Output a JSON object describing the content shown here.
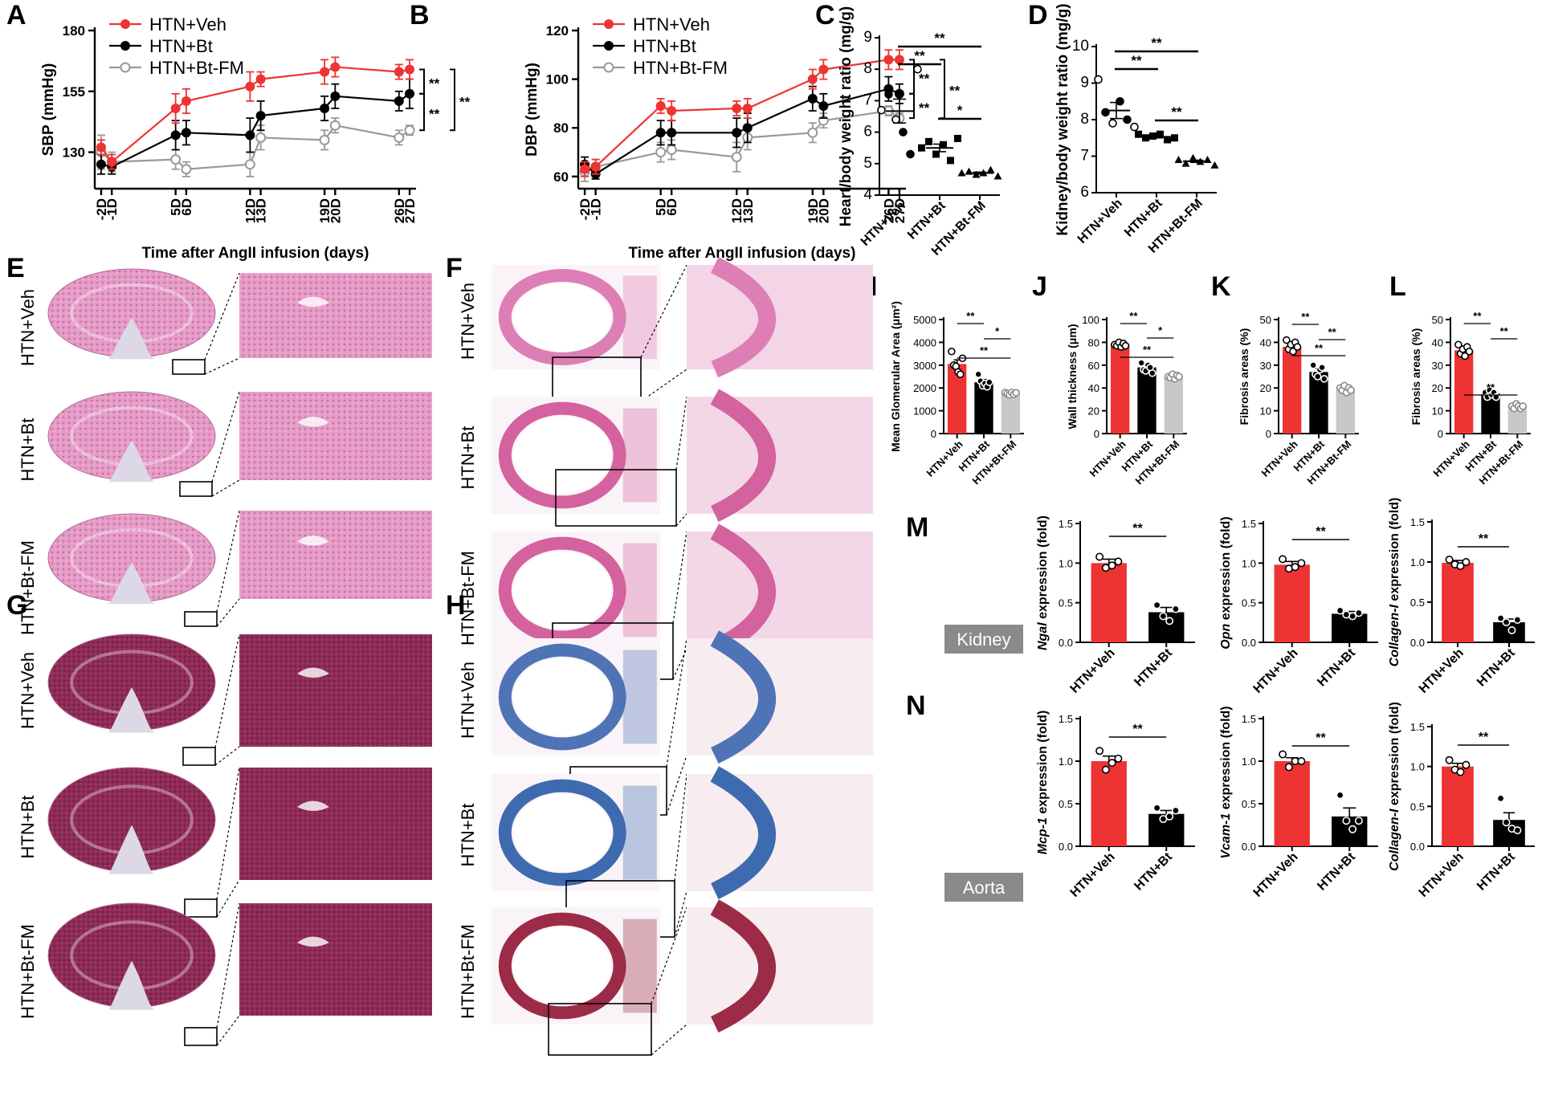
{
  "panel_letters": [
    "A",
    "B",
    "C",
    "D",
    "E",
    "F",
    "G",
    "H",
    "I",
    "J",
    "K",
    "L",
    "M",
    "N"
  ],
  "groups": [
    "HTN+Veh",
    "HTN+Bt",
    "HTN+Bt-FM"
  ],
  "colors": {
    "veh": "#ee3333",
    "bt": "#000000",
    "fm": "#999999",
    "fm_bar": "#c8c8c8",
    "tag_bg": "#8a8a8a",
    "tag_fg": "#ffffff"
  },
  "tags": {
    "kidney": "Kidney",
    "aorta": "Aorta"
  },
  "sig": {
    "double": "**",
    "single": "*"
  },
  "chart_data": [
    {
      "id": "A",
      "type": "line",
      "ylabel": "SBP (mmHg)",
      "xlabel": "Time after AngII infusion (days)",
      "ylim": [
        115,
        180
      ],
      "yticks": [
        130,
        155,
        180
      ],
      "x": [
        -2,
        -1,
        5,
        6,
        12,
        13,
        19,
        20,
        26,
        27
      ],
      "xticklabels": [
        "-2D",
        "-1D",
        "5D",
        "6D",
        "12D",
        "13D",
        "19D",
        "20D",
        "26D",
        "27D"
      ],
      "series": [
        {
          "name": "HTN+Veh",
          "values": [
            132,
            126,
            148,
            151,
            157,
            160,
            163,
            165,
            163,
            164
          ],
          "err": [
            3,
            3,
            6,
            5,
            6,
            3,
            5,
            4,
            3,
            4
          ]
        },
        {
          "name": "HTN+Bt",
          "values": [
            125,
            124,
            137,
            138,
            137,
            145,
            148,
            153,
            151,
            154
          ],
          "err": [
            4,
            3,
            6,
            5,
            7,
            6,
            5,
            5,
            4,
            6
          ]
        },
        {
          "name": "HTN+Bt-FM",
          "values": [
            130,
            126,
            127,
            123,
            125,
            136,
            135,
            141,
            136,
            139
          ],
          "err": [
            7,
            4,
            4,
            3,
            5,
            5,
            4,
            3,
            3,
            2
          ]
        }
      ],
      "brackets": [
        {
          "a": "HTN+Veh",
          "b": "HTN+Bt",
          "label": "**"
        },
        {
          "a": "HTN+Bt",
          "b": "HTN+Bt-FM",
          "label": "**"
        },
        {
          "a": "HTN+Veh",
          "b": "HTN+Bt-FM",
          "label": "**"
        }
      ]
    },
    {
      "id": "B",
      "type": "line",
      "ylabel": "DBP (mmHg)",
      "xlabel": "Time after AngII infusion (days)",
      "ylim": [
        55,
        120
      ],
      "yticks": [
        60,
        80,
        100,
        120
      ],
      "x": [
        -2,
        -1,
        5,
        6,
        12,
        13,
        19,
        20,
        26,
        27
      ],
      "xticklabels": [
        "-2D",
        "-1D",
        "5D",
        "6D",
        "12D",
        "13D",
        "19D",
        "20D",
        "26D",
        "27D"
      ],
      "series": [
        {
          "name": "HTN+Veh",
          "values": [
            63,
            64,
            89,
            87,
            88,
            88,
            100,
            104,
            108,
            108
          ],
          "err": [
            3,
            3,
            3,
            4,
            3,
            4,
            4,
            4,
            4,
            4
          ]
        },
        {
          "name": "HTN+Bt",
          "values": [
            65,
            61,
            78,
            78,
            78,
            80,
            92,
            89,
            96,
            94
          ],
          "err": [
            3,
            2,
            5,
            5,
            6,
            6,
            5,
            5,
            5,
            4
          ]
        },
        {
          "name": "HTN+Bt-FM",
          "values": [
            62,
            64,
            70,
            71,
            68,
            76,
            78,
            83,
            87,
            84
          ],
          "err": [
            4,
            3,
            4,
            4,
            6,
            5,
            4,
            3,
            2,
            2
          ]
        }
      ],
      "brackets": [
        {
          "a": "HTN+Veh",
          "b": "HTN+Bt",
          "label": "**"
        },
        {
          "a": "HTN+Bt",
          "b": "HTN+Bt-FM",
          "label": "**"
        },
        {
          "a": "HTN+Veh",
          "b": "HTN+Bt-FM",
          "label": "**"
        }
      ]
    },
    {
      "id": "C",
      "type": "scatter",
      "ylabel": "Heart/body weight ratio (mg/g)",
      "ylim": [
        4,
        9
      ],
      "yticks": [
        4,
        5,
        6,
        7,
        8,
        9
      ],
      "categories": [
        "HTN+Veh",
        "HTN+Bt",
        "HTN+Bt-FM"
      ],
      "points": [
        [
          6.7,
          7.2,
          6.4,
          6.0,
          5.3,
          8.0
        ],
        [
          5.5,
          5.7,
          5.3,
          5.6,
          5.1,
          5.8
        ],
        [
          4.7,
          4.75,
          4.65,
          4.7,
          4.8,
          4.6
        ]
      ],
      "mean": [
        6.67,
        5.5,
        4.7
      ],
      "sem": [
        0.38,
        0.12,
        0.03
      ],
      "comparisons": [
        {
          "a": 0,
          "b": 1,
          "label": "**"
        },
        {
          "a": 1,
          "b": 2,
          "label": "*"
        },
        {
          "a": 0,
          "b": 2,
          "label": "**"
        }
      ]
    },
    {
      "id": "D",
      "type": "scatter",
      "ylabel": "Kidney/body weight ratio (mg/g)",
      "ylim": [
        6,
        10
      ],
      "yticks": [
        6,
        7,
        8,
        9,
        10
      ],
      "categories": [
        "HTN+Veh",
        "HTN+Bt",
        "HTN+Bt-FM"
      ],
      "points": [
        [
          9.1,
          8.2,
          7.9,
          8.5,
          8.0,
          7.8
        ],
        [
          7.6,
          7.5,
          7.55,
          7.6,
          7.45,
          7.5
        ],
        [
          6.9,
          6.8,
          6.95,
          6.85,
          6.9,
          6.75
        ]
      ],
      "mean": [
        8.25,
        7.53,
        6.86
      ],
      "sem": [
        0.22,
        0.03,
        0.03
      ],
      "comparisons": [
        {
          "a": 0,
          "b": 1,
          "label": "**"
        },
        {
          "a": 1,
          "b": 2,
          "label": "**"
        },
        {
          "a": 0,
          "b": 2,
          "label": "**"
        }
      ]
    },
    {
      "id": "I",
      "type": "bar",
      "ylabel": "Mean Glomerular Area (μm²)",
      "ylim": [
        0,
        5000
      ],
      "yticks": [
        0,
        1000,
        2000,
        3000,
        4000,
        5000
      ],
      "categories": [
        "HTN+Veh",
        "HTN+Bt",
        "HTN+Bt-FM"
      ],
      "values": [
        3050,
        2250,
        1760
      ],
      "sem": [
        180,
        120,
        50
      ],
      "points": [
        [
          3600,
          3000,
          2950,
          2700,
          2600,
          3300
        ],
        [
          2600,
          2300,
          2100,
          2200,
          2050,
          2250
        ],
        [
          1800,
          1750,
          1700,
          1800,
          1720,
          1790
        ]
      ],
      "comparisons": [
        {
          "a": 0,
          "b": 1,
          "label": "**"
        },
        {
          "a": 1,
          "b": 2,
          "label": "*"
        },
        {
          "a": 0,
          "b": 2,
          "label": "**"
        }
      ]
    },
    {
      "id": "J",
      "type": "bar",
      "ylabel": "Wall thickness (μm)",
      "ylim": [
        0,
        100
      ],
      "yticks": [
        0,
        20,
        40,
        60,
        80,
        100
      ],
      "categories": [
        "HTN+Veh",
        "HTN+Bt",
        "HTN+Bt-FM"
      ],
      "values": [
        78,
        58,
        50
      ],
      "sem": [
        1.5,
        3,
        1.5
      ],
      "points": [
        [
          78,
          77,
          80,
          76,
          79,
          77
        ],
        [
          62,
          56,
          55,
          60,
          58,
          53
        ],
        [
          50,
          49,
          52,
          48,
          51,
          50
        ]
      ],
      "comparisons": [
        {
          "a": 0,
          "b": 1,
          "label": "**"
        },
        {
          "a": 1,
          "b": 2,
          "label": "*"
        },
        {
          "a": 0,
          "b": 2,
          "label": "**"
        }
      ]
    },
    {
      "id": "K",
      "type": "bar",
      "ylabel": "Fibrosis areas (%)",
      "ylim": [
        0,
        50
      ],
      "yticks": [
        0,
        10,
        20,
        30,
        40,
        50
      ],
      "categories": [
        "HTN+Veh",
        "HTN+Bt",
        "HTN+Bt-FM"
      ],
      "values": [
        38,
        27,
        19.5
      ],
      "sem": [
        1.3,
        1.5,
        0.8
      ],
      "points": [
        [
          41,
          37,
          39,
          36,
          40,
          38
        ],
        [
          30,
          26,
          25,
          28,
          29,
          24
        ],
        [
          20,
          19,
          21,
          18,
          20,
          19
        ]
      ],
      "comparisons": [
        {
          "a": 0,
          "b": 1,
          "label": "**"
        },
        {
          "a": 1,
          "b": 2,
          "label": "**"
        },
        {
          "a": 0,
          "b": 2,
          "label": "**"
        }
      ]
    },
    {
      "id": "L",
      "type": "bar",
      "ylabel": "Fibrosis areas (%)",
      "ylim": [
        0,
        50
      ],
      "yticks": [
        0,
        10,
        20,
        30,
        40,
        50
      ],
      "categories": [
        "HTN+Veh",
        "HTN+Bt",
        "HTN+Bt-FM"
      ],
      "values": [
        36.5,
        17.5,
        12
      ],
      "sem": [
        1.5,
        1,
        0.5
      ],
      "points": [
        [
          39,
          35,
          37,
          34,
          38,
          36
        ],
        [
          18,
          16,
          19,
          17,
          18,
          16
        ],
        [
          12,
          11,
          13,
          12,
          11,
          12
        ]
      ],
      "comparisons": [
        {
          "a": 0,
          "b": 1,
          "label": "**"
        },
        {
          "a": 1,
          "b": 2,
          "label": "**"
        },
        {
          "a": 0,
          "b": 2,
          "label": "**"
        }
      ]
    },
    {
      "id": "M1",
      "type": "bar",
      "ylabel_italic": "Ngal",
      "ylabel_rest": " expression (fold)",
      "ylim": [
        0,
        1.5
      ],
      "yticks": [
        0,
        0.5,
        1.0,
        1.5
      ],
      "yticklabels": [
        "0.0",
        "0.5",
        "1.0",
        "1.5"
      ],
      "categories": [
        "HTN+Veh",
        "HTN+Bt"
      ],
      "values": [
        1.0,
        0.38
      ],
      "sem": [
        0.05,
        0.06
      ],
      "points": [
        [
          1.08,
          0.94,
          0.97,
          1.02
        ],
        [
          0.47,
          0.33,
          0.27,
          0.42
        ]
      ],
      "comparisons": [
        {
          "a": 0,
          "b": 1,
          "label": "**"
        }
      ]
    },
    {
      "id": "M2",
      "type": "bar",
      "ylabel_italic": "Opn",
      "ylabel_rest": " expression (fold)",
      "ylim": [
        0,
        1.5
      ],
      "yticks": [
        0,
        0.5,
        1.0,
        1.5
      ],
      "yticklabels": [
        "0.0",
        "0.5",
        "1.0",
        "1.5"
      ],
      "categories": [
        "HTN+Veh",
        "HTN+Bt"
      ],
      "values": [
        0.98,
        0.36
      ],
      "sem": [
        0.04,
        0.03
      ],
      "points": [
        [
          1.05,
          0.93,
          0.95,
          1.0
        ],
        [
          0.4,
          0.35,
          0.33,
          0.37
        ]
      ],
      "comparisons": [
        {
          "a": 0,
          "b": 1,
          "label": "**"
        }
      ]
    },
    {
      "id": "M3",
      "type": "bar",
      "ylabel_italic": "Collagen-I",
      "ylabel_rest": " expression (fold)",
      "ylim": [
        0,
        1.5
      ],
      "yticks": [
        0,
        0.5,
        1.0,
        1.5
      ],
      "yticklabels": [
        "0.0",
        "0.5",
        "1.0",
        "1.5"
      ],
      "categories": [
        "HTN+Veh",
        "HTN+Bt"
      ],
      "values": [
        0.99,
        0.25
      ],
      "sem": [
        0.03,
        0.04
      ],
      "points": [
        [
          1.03,
          0.97,
          0.95,
          1.0
        ],
        [
          0.3,
          0.25,
          0.15,
          0.28
        ]
      ],
      "comparisons": [
        {
          "a": 0,
          "b": 1,
          "label": "**"
        }
      ]
    },
    {
      "id": "N1",
      "type": "bar",
      "ylabel_italic": "Mcp-1",
      "ylabel_rest": " expression (fold)",
      "ylim": [
        0,
        1.5
      ],
      "yticks": [
        0,
        0.5,
        1.0,
        1.5
      ],
      "yticklabels": [
        "0.0",
        "0.5",
        "1.0",
        "1.5"
      ],
      "categories": [
        "HTN+Veh",
        "HTN+Bt"
      ],
      "values": [
        1.0,
        0.38
      ],
      "sem": [
        0.06,
        0.04
      ],
      "points": [
        [
          1.12,
          0.9,
          0.98,
          1.03
        ],
        [
          0.45,
          0.32,
          0.35,
          0.42
        ]
      ],
      "comparisons": [
        {
          "a": 0,
          "b": 1,
          "label": "**"
        }
      ]
    },
    {
      "id": "N2",
      "type": "bar",
      "ylabel_italic": "Vcam-1",
      "ylabel_rest": " expression (fold)",
      "ylim": [
        0,
        1.5
      ],
      "yticks": [
        0,
        0.5,
        1.0,
        1.5
      ],
      "yticklabels": [
        "0.0",
        "0.5",
        "1.0",
        "1.5"
      ],
      "categories": [
        "HTN+Veh",
        "HTN+Bt"
      ],
      "values": [
        1.0,
        0.35
      ],
      "sem": [
        0.04,
        0.1
      ],
      "points": [
        [
          1.08,
          0.93,
          1.0,
          1.0
        ],
        [
          0.6,
          0.3,
          0.2,
          0.3
        ]
      ],
      "comparisons": [
        {
          "a": 0,
          "b": 1,
          "label": "**"
        }
      ]
    },
    {
      "id": "N3",
      "type": "bar",
      "ylabel_italic": "Collagen-I",
      "ylabel_rest": " expression (fold)",
      "ylim": [
        0,
        1.5
      ],
      "yticks": [
        0,
        0.5,
        1.0,
        1.5
      ],
      "yticklabels": [
        "0.0",
        "0.5",
        "1.0",
        "1.5"
      ],
      "categories": [
        "HTN+Veh",
        "HTN+Bt"
      ],
      "values": [
        1.0,
        0.33
      ],
      "sem": [
        0.04,
        0.09
      ],
      "points": [
        [
          1.08,
          0.96,
          0.93,
          1.02
        ],
        [
          0.6,
          0.3,
          0.22,
          0.2
        ]
      ],
      "comparisons": [
        {
          "a": 0,
          "b": 1,
          "label": "**"
        }
      ]
    }
  ]
}
